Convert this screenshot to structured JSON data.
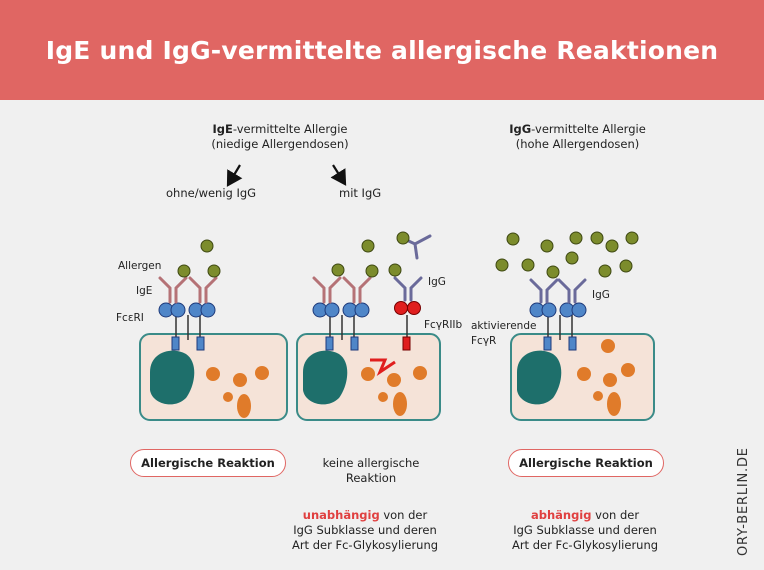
{
  "title": "IgE und IgG-vermittelte allergische Reaktionen",
  "left_heading": {
    "bold": "IgE",
    "rest": "-vermittelte Allergie",
    "sub": "(niedige Allergendosen)"
  },
  "right_heading": {
    "bold": "IgG",
    "rest": "-vermittelte Allergie",
    "sub": "(hohe Allergendosen)"
  },
  "branch_left": "ohne/wenig IgG",
  "branch_right": "mit IgG",
  "labels": {
    "allergen": "Allergen",
    "ige": "IgE",
    "fceri": "FcεRI",
    "igg_middle": "IgG",
    "fcgriib": "FcγRIIb",
    "igg_right": "IgG",
    "aktivierende": "aktivierende",
    "fcgr": "FcγR"
  },
  "result_left": "Allergische Reaktion",
  "result_middle_line1": "keine allergische",
  "result_middle_line2": "Reaktion",
  "result_right": "Allergische Reaktion",
  "note_middle": {
    "highlight": "unabhängig",
    "rest": " von der",
    "line2": "IgG Subklasse und deren",
    "line3": "Art der Fc-Glykosylierung"
  },
  "note_right": {
    "highlight": "abhängig",
    "rest": " von der",
    "line2": "IgG Subklasse und deren",
    "line3": "Art der Fc-Glykosylierung"
  },
  "watermark": "ORY-BERLIN.DE",
  "colors": {
    "header": "#e06663",
    "cell": "#f5e3d8",
    "cell_border": "#3a8b88",
    "nucleus": "#1e6f6b",
    "granule": "#e07b2a",
    "allergen": "#7c8c2c",
    "ige": "#b57276",
    "receptor": "#4f86c8",
    "igg": "#6a6a9a",
    "inhibitory": "#e01e1e"
  }
}
